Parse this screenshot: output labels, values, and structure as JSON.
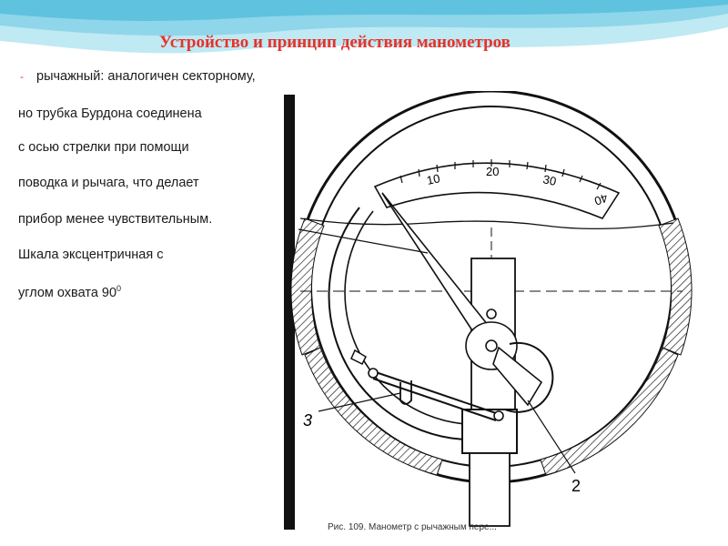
{
  "slide": {
    "title": "Устройство и принцип действия манометров",
    "bullet": "-",
    "lines": [
      "рычажный: аналогичен секторному,",
      "но трубка Бурдона соединена",
      "с осью стрелки при помощи",
      " поводка  и рычага, что делает",
      "прибор менее чувствительным.",
      "Шкала эксцентричная с",
      "углом охвата 90",
      "0"
    ]
  },
  "figure": {
    "scale_labels": [
      "10",
      "20",
      "30",
      "40"
    ],
    "callouts": [
      "3",
      "2"
    ],
    "caption": "Рис. 109. Манометр с рычажным пере..."
  },
  "colors": {
    "title": "#e8322a",
    "wave": "#7fd0e6"
  }
}
